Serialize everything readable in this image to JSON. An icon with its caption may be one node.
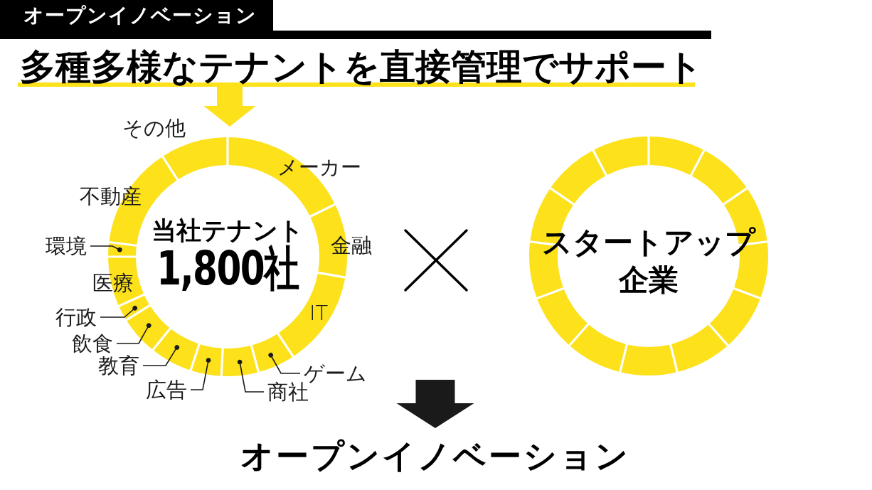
{
  "diagram": {
    "title": "オープンイノベーション",
    "nodes": [
      {
        "text": [
          "多種多様なテナントを直接管理でサポート"
        ]
      },
      {
        "text": [
          "当社テナント",
          "1,800社"
        ]
      },
      {
        "text": [],
        "shape": "arc",
        "in": 1
      },
      {
        "text": [],
        "shape": "arc",
        "in": 1
      },
      {
        "text": [],
        "shape": "arc",
        "in": 1
      },
      {
        "text": [],
        "shape": "arc",
        "in": 1
      },
      {
        "text": [],
        "shape": "arc",
        "in": 1
      },
      {
        "text": [],
        "shape": "arc",
        "in": 1
      },
      {
        "text": [],
        "shape": "arc",
        "in": 1
      },
      {
        "text": [],
        "shape": "arc",
        "in": 1
      },
      {
        "text": [],
        "shape": "arc",
        "in": 1
      },
      {
        "text": [],
        "shape": "arc",
        "in": 1
      },
      {
        "text": [],
        "shape": "arc",
        "in": 1
      },
      {
        "text": [],
        "shape": "arc",
        "in": 1
      },
      {
        "text": [],
        "shape": "arc",
        "in": 1
      },
      {
        "text": [
          "スタートアップ企業"
        ]
      },
      {
        "text": [
          "環境"
        ]
      },
      {
        "text": [
          "行政"
        ]
      },
      {
        "text": [
          "飲食"
        ]
      },
      {
        "text": [
          "教育"
        ]
      },
      {
        "text": [
          "広告"
        ]
      },
      {
        "text": [
          "商社"
        ]
      },
      {
        "text": [
          "ゲーム"
        ]
      },
      {
        "text": [
          "オープンイノベーション"
        ]
      }
    ],
    "edges": [
      {
        "from": 0,
        "to": 1,
        "arrow": "to",
        "style": "thick",
        "color": "#fce11b"
      },
      {
        "from": 16,
        "to": 12,
        "arrow": "other"
      },
      {
        "from": 17,
        "to": 10,
        "arrow": "other"
      },
      {
        "from": 18,
        "to": 9,
        "arrow": "other"
      },
      {
        "from": 19,
        "to": 8,
        "arrow": "other"
      },
      {
        "from": 20,
        "to": 7,
        "arrow": "other"
      },
      {
        "from": 21,
        "to": 6,
        "arrow": "other"
      },
      {
        "from": 22,
        "to": 5,
        "arrow": "other"
      },
      {
        "from": null,
        "to": 23,
        "arrow": "to",
        "style": "thick"
      }
    ],
    "labels": [
      "その他",
      "メーカー",
      "不動産",
      "金融",
      "医療",
      "IT"
    ]
  }
}
